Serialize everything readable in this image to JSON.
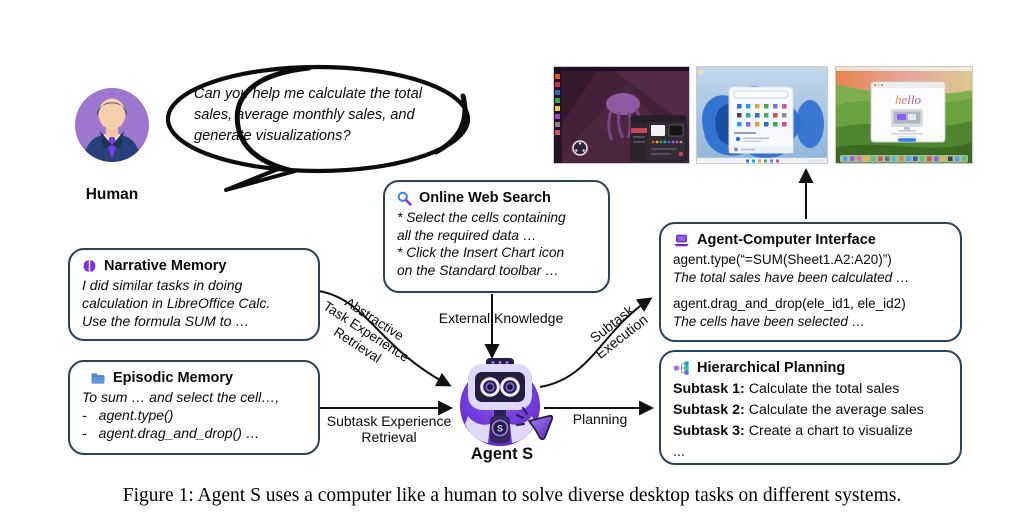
{
  "caption": "Figure 1: Agent S uses a computer like a human to solve diverse desktop tasks on different systems.",
  "human": {
    "label": "Human",
    "speech_lines": [
      "Can you help me calculate the total",
      "sales, average monthly sales, and",
      "generate visualizations?"
    ]
  },
  "agent": {
    "label": "Agent S",
    "badge": "S"
  },
  "boxes": {
    "narrative": {
      "title": "Narrative Memory",
      "icon": "brain-icon",
      "lines": [
        "I did similar tasks in doing",
        "calculation in LibreOffice Calc.",
        "Use the formula SUM to …"
      ]
    },
    "episodic": {
      "title": "Episodic Memory",
      "icon": "folder-icon",
      "intro": "To sum … and select the cell…,",
      "items": [
        {
          "bullet": "-",
          "text": "agent.type()"
        },
        {
          "bullet": "-",
          "text": "agent.drag_and_drop() …"
        }
      ]
    },
    "websearch": {
      "title": "Online Web Search",
      "icon": "search-icon",
      "lines": [
        "* Select the cells containing",
        "all the required data …",
        "* Click the Insert Chart icon",
        "on the Standard toolbar …"
      ]
    },
    "aci": {
      "title": "Agent-Computer Interface",
      "icon": "laptop-icon",
      "code1": "agent.type(“=SUM(Sheet1.A2:A20)”)",
      "result1": "The total sales have been calculated …",
      "code2": "agent.drag_and_drop(ele_id1, ele_id2)",
      "result2": "The cells have been selected …"
    },
    "planning": {
      "title": "Hierarchical Planning",
      "icon": "hierarchy-icon",
      "subtasks": [
        {
          "label": "Subtask 1:",
          "text": "Calculate the total sales"
        },
        {
          "label": "Subtask 2:",
          "text": "Calculate the average sales"
        },
        {
          "label": "Subtask 3:",
          "text": "Create a chart to visualize"
        }
      ],
      "more": "..."
    }
  },
  "edges": {
    "abstractive_lines": [
      "Abstractive",
      "Task Experience",
      "Retrieval"
    ],
    "external_knowledge": "External Knowledge",
    "subtask_execution_lines": [
      "Subtask",
      "Execution"
    ],
    "subtask_retrieval_lines": [
      "Subtask Experience",
      "Retrieval"
    ],
    "planning": "Planning"
  },
  "screens": {
    "macos_hello": "hello"
  },
  "colors": {
    "accent_purple": "#6d28d9",
    "box_border": "#2c4356",
    "folder_blue": "#4a86c8",
    "arrow_black": "#111111"
  }
}
